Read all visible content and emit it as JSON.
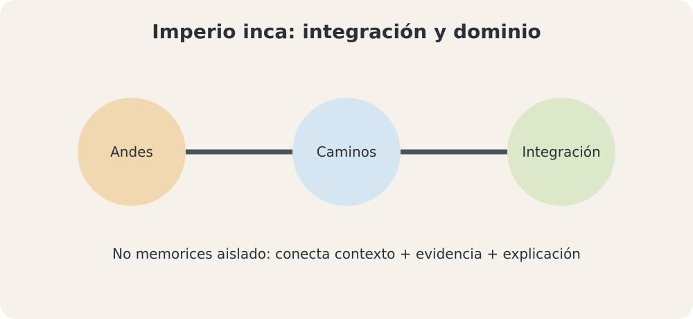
{
  "title": "Imperio inca: integración y dominio",
  "nodes": [
    {
      "label": "Andes",
      "color": "#f2d8b0"
    },
    {
      "label": "Caminos",
      "color": "#d6e5f2"
    },
    {
      "label": "Integración",
      "color": "#dde7c9"
    }
  ],
  "footer": "No memorices aislado: conecta contexto + evidencia + explicación",
  "colors": {
    "background": "#f6f1eb",
    "connector": "#45545e",
    "text": "#2a3036"
  }
}
